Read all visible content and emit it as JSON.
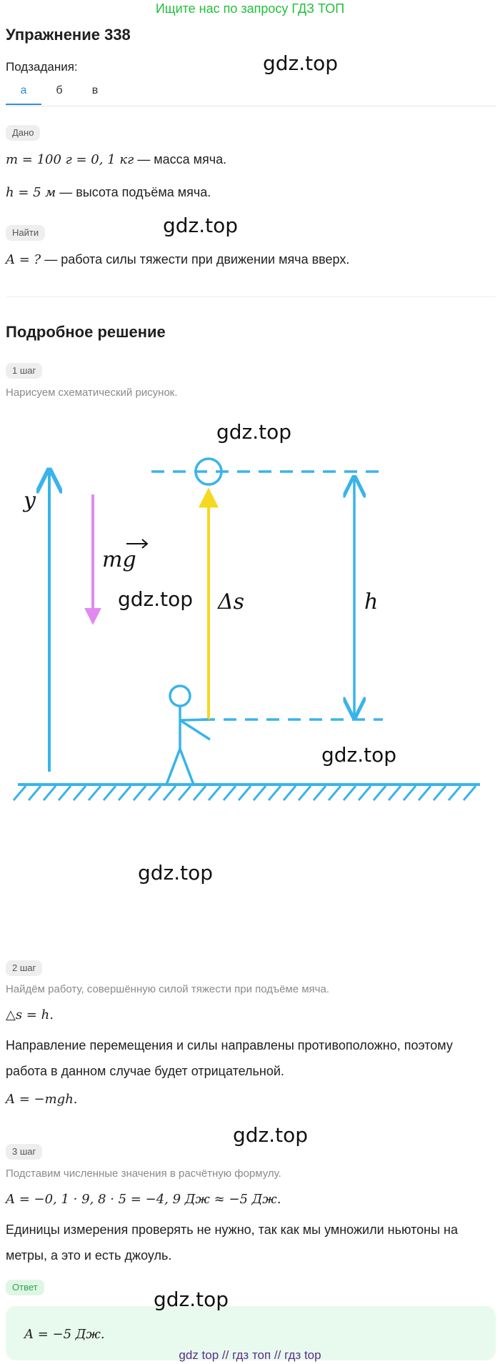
{
  "banner": "Ищите нас по запросу ГДЗ ТОП",
  "title": "Упражнение 338",
  "subtasks_label": "Подзадания:",
  "tabs": [
    "а",
    "б",
    "в"
  ],
  "given_badge": "Дано",
  "given": [
    {
      "formula": "m = 100 г = 0, 1 кг",
      "text": " — масса мяча."
    },
    {
      "formula": "h = 5 м",
      "text": " — высота подъёма мяча."
    }
  ],
  "find_badge": "Найти",
  "find": {
    "formula": "A = ?",
    "text": " — работа силы тяжести при движении мяча вверх."
  },
  "solution_title": "Подробное решение",
  "step1": {
    "badge": "1 шаг",
    "text": "Нарисуем схематический рисунок."
  },
  "diagram": {
    "label_y": "y",
    "label_mg": "mg",
    "label_ds": "Δs",
    "label_h": "h"
  },
  "step2": {
    "badge": "2 шаг",
    "text": "Найдём работу, совершённую силой тяжести при подъёме мяча.",
    "eq1": "△s = h.",
    "p1": "Направление перемещения и силы направлены противоположно, поэтому",
    "p2": "работа в данном случае будет отрицательной.",
    "eq2": "A = −mgh."
  },
  "step3": {
    "badge": "3 шаг",
    "text": "Подставим численные значения в расчётную формулу.",
    "eq": "A = −0, 1 · 9, 8 · 5 = −4, 9 Дж ≈ −5 Дж.",
    "p1": "Единицы измерения проверять не нужно, так как мы умножили ньютоны на",
    "p2": "метры, а это и есть джоуль."
  },
  "answer_badge": "Ответ",
  "answer": "A = −5 Дж.",
  "watermark": "gdz.top",
  "footer": "gdz top  //  гдз топ  //  гдз top",
  "colors": {
    "blue": "#38b4ea",
    "yellow": "#f5d820",
    "pink": "#e08af0",
    "green": "#22c03a"
  }
}
